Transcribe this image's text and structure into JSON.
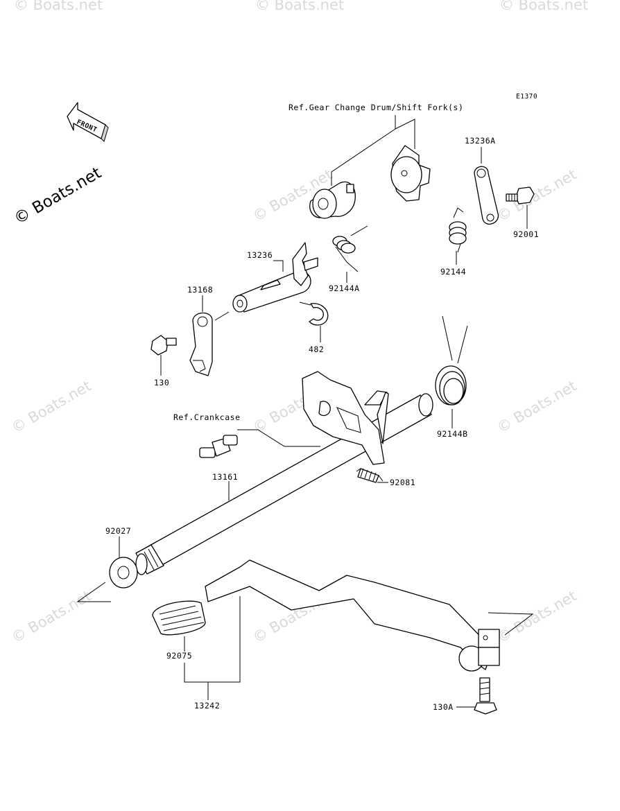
{
  "diagram_code": "E1370",
  "watermark": "© Boats.net",
  "front_arrow_text": "FRONT",
  "references": {
    "gear_change": "Ref.Gear Change Drum/Shift Fork(s)",
    "crankcase": "Ref.Crankcase"
  },
  "part_labels": {
    "p13236A": "13236A",
    "p92001": "92001",
    "p92144": "92144",
    "p13236": "13236",
    "p92144A": "92144A",
    "p13168": "13168",
    "p482": "482",
    "p130": "130",
    "p92144B": "92144B",
    "p92081": "92081",
    "p13161": "13161",
    "p92027": "92027",
    "p92075": "92075",
    "p13242": "13242",
    "p130A": "130A"
  }
}
